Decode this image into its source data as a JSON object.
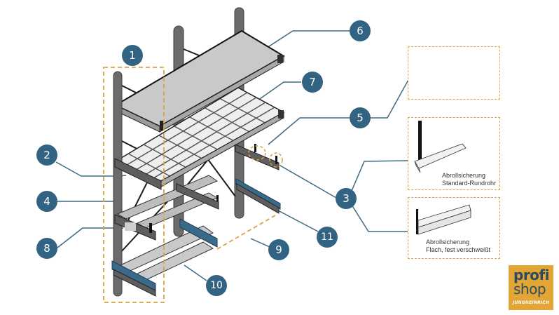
{
  "diagram": {
    "title": "Kragarmregal Komponenten",
    "callouts": [
      {
        "id": "1",
        "label": "1"
      },
      {
        "id": "2",
        "label": "2"
      },
      {
        "id": "3",
        "label": "3"
      },
      {
        "id": "4",
        "label": "4"
      },
      {
        "id": "5",
        "label": "5"
      },
      {
        "id": "6",
        "label": "6"
      },
      {
        "id": "7",
        "label": "7"
      },
      {
        "id": "8",
        "label": "8"
      },
      {
        "id": "9",
        "label": "9"
      },
      {
        "id": "10",
        "label": "10"
      },
      {
        "id": "11",
        "label": "11"
      }
    ],
    "details": [
      {
        "name": "detail-end-cap",
        "caption_line1": "",
        "caption_line2": ""
      },
      {
        "name": "detail-standard-rundrohr",
        "caption_line1": "Abrollsicherung",
        "caption_line2": "Standard-Rundrohr"
      },
      {
        "name": "detail-flach",
        "caption_line1": "Abrollsicherung",
        "caption_line2": "Flach, fest verschweißt"
      }
    ]
  },
  "logo": {
    "line1": "profi",
    "line2": "shop",
    "brand": "JUNGHEINRICH"
  },
  "colors": {
    "badge": "#336382",
    "dashed_highlight": "#d9a441",
    "logo_bg": "#e1a635",
    "steel": "#6b6b6b",
    "shelf": "#c8c8c8",
    "accent_blue": "#3a6a8a"
  }
}
